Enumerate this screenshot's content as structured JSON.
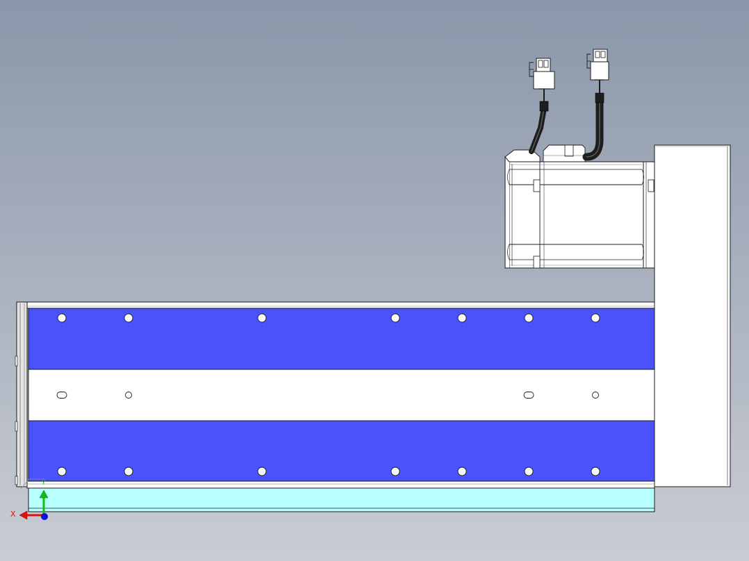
{
  "viewport": {
    "background_top": "#8a97aa",
    "background_bottom": "#c9ccd3"
  },
  "colors": {
    "blue_plate": "#4a52fc",
    "white_plate": "#ffffff",
    "base_strip": "#b8ffff",
    "outline": "#1a1a1a",
    "cable": "#1e1e1e",
    "motor_body": "#ffffff"
  },
  "triad": {
    "x_label": "X",
    "y_label": "Y",
    "x_color": "#e01010",
    "y_color": "#10c010",
    "z_color": "#1010d0"
  },
  "parts": {
    "linear_module": "linear-module",
    "servo_motor": "servo-motor",
    "motor_mount_plate": "motor-mount-plate",
    "encoder_connector": "encoder-connector",
    "power_connector": "power-connector"
  }
}
